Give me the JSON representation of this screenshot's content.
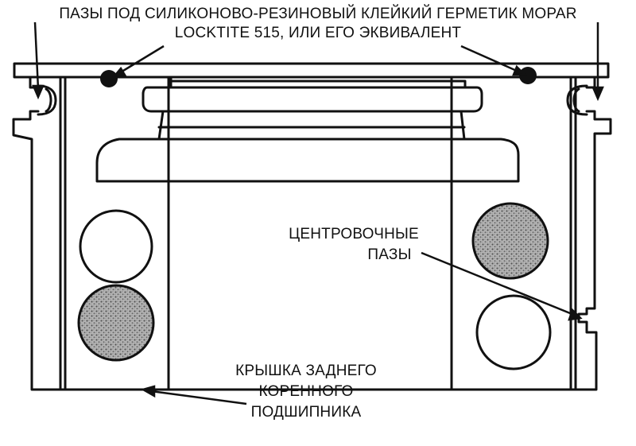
{
  "labels": {
    "sealant_line1": "ПАЗЫ ПОД СИЛИКОНОВО-РЕЗИНОВЫЙ КЛЕЙКИЙ ГЕРМЕТИК MOPAR",
    "sealant_line2": "LOCKTITE 515, ИЛИ ЕГО ЭКВИВАЛЕНТ",
    "centering_line1": "ЦЕНТРОВОЧНЫЕ",
    "centering_line2": "ПАЗЫ",
    "cap_line1": "КРЫШКА ЗАДНЕГО",
    "cap_line2": "КОРЕННОГО",
    "cap_line3": "ПОДШИПНИКА"
  },
  "colors": {
    "ink": "#111111",
    "shaded_fill": "#9a9a9a",
    "background": "#ffffff"
  }
}
